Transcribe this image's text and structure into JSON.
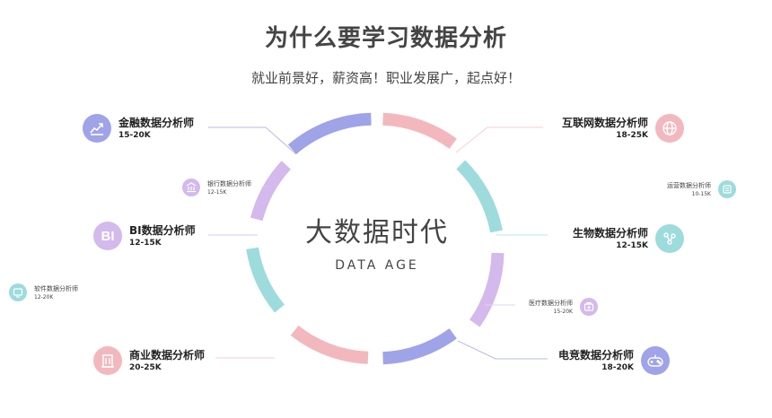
{
  "title": "为什么要学习数据分析",
  "subtitle": "就业前景好，薪资高！职业发展广，起点好！",
  "center": {
    "main": "大数据时代",
    "sub": "DATA AGE"
  },
  "colors": {
    "purple_blue": "#9fa3e8",
    "pink": "#f2b8bd",
    "teal": "#9edbdc",
    "lavender": "#d3b9ec"
  },
  "roles": {
    "finance": {
      "name": "金融数据分析师",
      "salary": "15-20K",
      "icon": "chart-growth-icon"
    },
    "bank": {
      "name": "银行数据分析师",
      "salary": "12-15K",
      "icon": "bank-icon"
    },
    "bi": {
      "name": "BI数据分析师",
      "salary": "12-15K",
      "icon": "bi-icon",
      "icon_text": "BI"
    },
    "software": {
      "name": "软件数据分析师",
      "salary": "12-20K",
      "icon": "software-icon"
    },
    "business": {
      "name": "商业数据分析师",
      "salary": "20-25K",
      "icon": "building-icon"
    },
    "internet": {
      "name": "互联网数据分析师",
      "salary": "18-25K",
      "icon": "globe-icon"
    },
    "operations": {
      "name": "运营数据分析师",
      "salary": "10-15K",
      "icon": "cart-icon"
    },
    "biology": {
      "name": "生物数据分析师",
      "salary": "12-15K",
      "icon": "molecule-icon"
    },
    "medical": {
      "name": "医疗数据分析师",
      "salary": "15-20K",
      "icon": "medical-kit-icon"
    },
    "esports": {
      "name": "电竞数据分析师",
      "salary": "18-20K",
      "icon": "gamepad-icon"
    }
  }
}
